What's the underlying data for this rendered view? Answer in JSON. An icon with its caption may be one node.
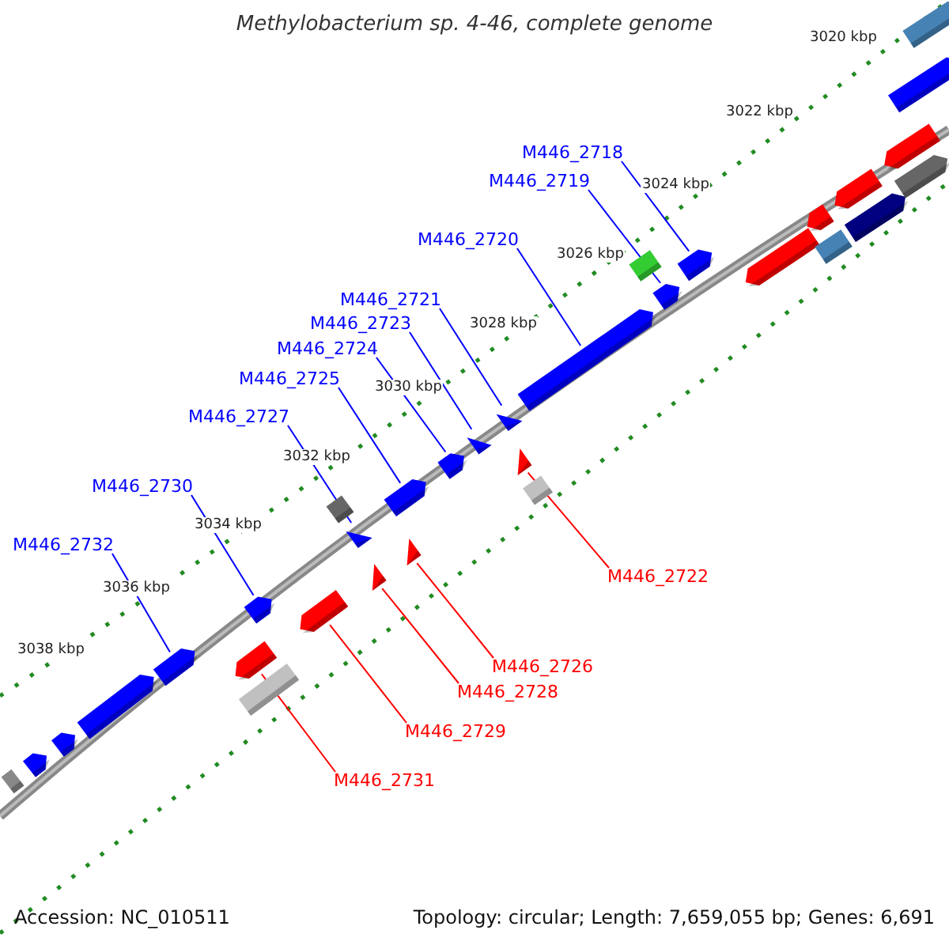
{
  "diagram": {
    "title": "Methylobacterium sp. 4-46, complete genome",
    "nodes": [
      {
        "text": [
          "M446_2718"
        ]
      },
      {
        "text": [
          "M446_2719"
        ]
      },
      {
        "text": [
          "M446_2720"
        ]
      },
      {
        "text": [
          "M446_2721"
        ]
      },
      {
        "text": [
          "M446_2723"
        ]
      },
      {
        "text": [
          "M446_2724"
        ]
      },
      {
        "text": [
          "M446_2725"
        ]
      },
      {
        "text": [
          "M446_2727"
        ]
      },
      {
        "text": [
          "M446_2730"
        ]
      },
      {
        "text": [
          "M446_2732"
        ]
      },
      {
        "text": [
          "M446_2722"
        ]
      },
      {
        "text": [
          "M446_2726"
        ]
      },
      {
        "text": [
          "M446_2728"
        ]
      },
      {
        "text": [
          "M446_2729"
        ]
      },
      {
        "text": [
          "M446_2731"
        ]
      },
      {
        "text": [],
        "shape": "arrow"
      },
      {
        "text": [],
        "shape": "arrow"
      },
      {
        "text": [],
        "shape": "arrow"
      },
      {
        "text": [],
        "shape": "triangle"
      },
      {
        "text": [],
        "shape": "triangle"
      },
      {
        "text": [],
        "shape": "arrow"
      },
      {
        "text": [],
        "shape": "arrow"
      },
      {
        "text": [],
        "shape": "triangle"
      },
      {
        "text": [],
        "shape": "arrow"
      },
      {
        "text": [],
        "shape": "arrow"
      },
      {
        "text": [],
        "shape": "triangle"
      },
      {
        "text": [],
        "shape": "triangle"
      },
      {
        "text": [],
        "shape": "triangle"
      },
      {
        "text": [],
        "shape": "arrow"
      },
      {
        "text": [],
        "shape": "arrow"
      },
      {
        "text": [],
        "shape": "box"
      },
      {
        "text": [],
        "shape": "arrow"
      },
      {
        "text": [],
        "shape": "arrow"
      },
      {
        "text": [],
        "shape": "arrow"
      },
      {
        "text": [],
        "shape": "arrow"
      },
      {
        "text": [],
        "shape": "arrow"
      },
      {
        "text": [],
        "shape": "arrow"
      },
      {
        "text": [],
        "shape": "box"
      },
      {
        "text": [],
        "shape": "arrow"
      },
      {
        "text": [],
        "shape": "arrow"
      },
      {
        "text": [],
        "shape": "box"
      },
      {
        "text": [],
        "shape": "box"
      },
      {
        "text": [],
        "shape": "box"
      },
      {
        "text": [],
        "shape": "arrow"
      },
      {
        "text": [],
        "shape": "arrow"
      },
      {
        "text": [],
        "shape": "arrow"
      },
      {
        "text": [],
        "shape": "box"
      }
    ],
    "edges": [
      {
        "from": 0,
        "to": 15,
        "arrow": "none"
      },
      {
        "from": 1,
        "to": 16,
        "arrow": "none"
      },
      {
        "from": 2,
        "to": 17,
        "arrow": "none"
      },
      {
        "from": 3,
        "to": 18,
        "arrow": "none"
      },
      {
        "from": 4,
        "to": 19,
        "arrow": "none"
      },
      {
        "from": 5,
        "to": 20,
        "arrow": "none"
      },
      {
        "from": 6,
        "to": 21,
        "arrow": "none"
      },
      {
        "from": 7,
        "to": 22,
        "arrow": "none"
      },
      {
        "from": 8,
        "to": 23,
        "arrow": "none"
      },
      {
        "from": 9,
        "to": 24,
        "arrow": "none"
      },
      {
        "from": 10,
        "to": 25,
        "arrow": "none",
        "color": "#ff0000"
      },
      {
        "from": 11,
        "to": 26,
        "arrow": "none",
        "color": "#ff0000"
      },
      {
        "from": 12,
        "to": 27,
        "arrow": "none",
        "color": "#ff0000"
      },
      {
        "from": 13,
        "to": 28,
        "arrow": "none",
        "color": "#ff0000"
      },
      {
        "from": 14,
        "to": 29,
        "arrow": "none",
        "color": "#ff0000"
      }
    ],
    "labels": [
      "3020 kbp",
      "3022 kbp",
      "3024 kbp",
      "3026 kbp",
      "3028 kbp",
      "3030 kbp",
      "3032 kbp",
      "3034 kbp",
      "3036 kbp",
      "3038 kbp",
      "Accession: NC_010511",
      "Topology: circular; Length: 7,659,055 bp; Genes: 6,691"
    ]
  }
}
